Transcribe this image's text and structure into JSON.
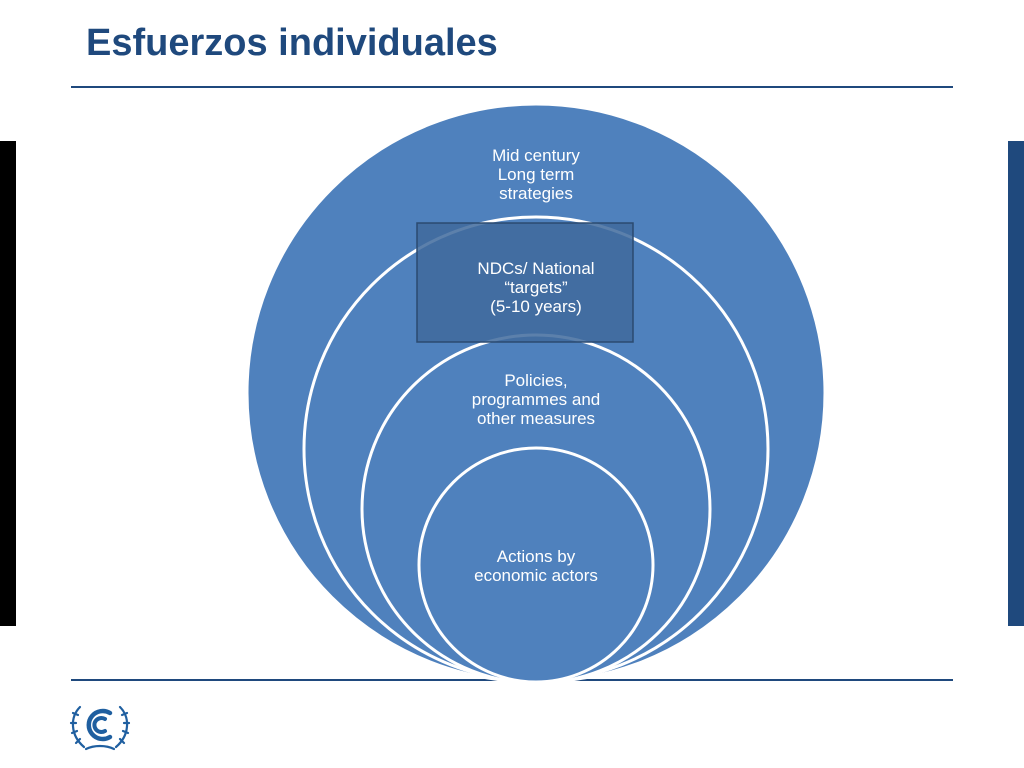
{
  "slide": {
    "title": "Esfuerzos individuales"
  },
  "diagram": {
    "levels": [
      {
        "label": "Mid century\nLong term\nstrategies"
      },
      {
        "label": "NDCs/ National\n“targets”\n(5-10 years)"
      },
      {
        "label": "Policies,\nprogrammes and\nother measures"
      },
      {
        "label": "Actions by\neconomic actors"
      }
    ],
    "highlighted_level": 1
  },
  "logo": {
    "icon": "unfccc-emblem-icon"
  },
  "colors": {
    "title": "#1f497d",
    "rule": "#1f497d",
    "circle_fill": "#4f81bd",
    "circle_stroke": "#ffffff",
    "highlight_fill": "#3f6a9c",
    "highlight_stroke": "#2b4a70",
    "left_bar": "#000000",
    "right_bar": "#1f497d",
    "logo": "#1f5fa0"
  }
}
